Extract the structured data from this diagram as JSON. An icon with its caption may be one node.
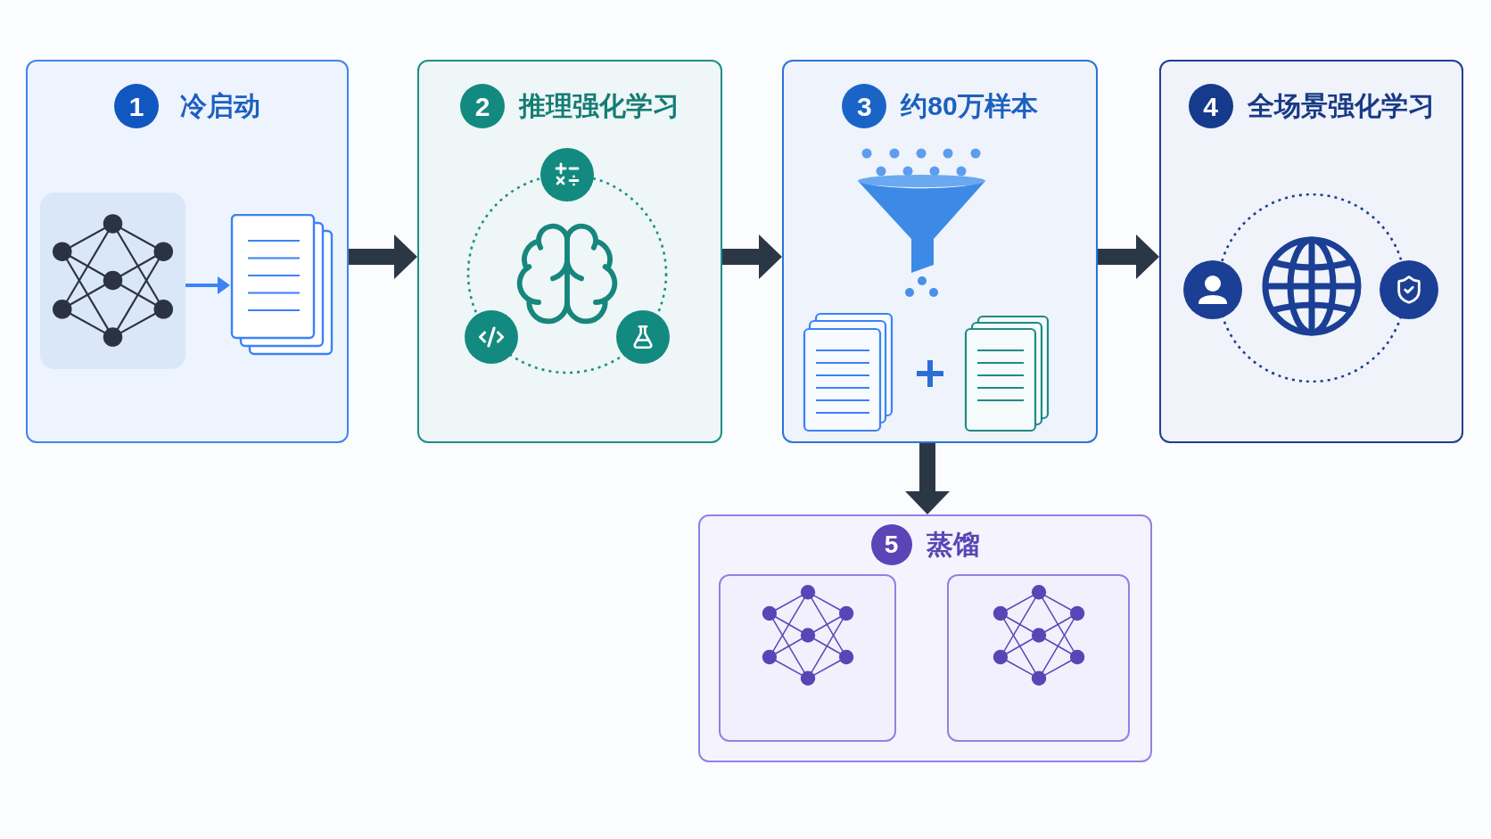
{
  "diagram": {
    "nodes": [
      {
        "text": [
          "1",
          "冷启动"
        ]
      },
      {
        "text": [],
        "shape": "picture",
        "in": 0
      },
      {
        "text": [],
        "shape": "document",
        "in": 0
      },
      {
        "text": [
          "2",
          "推理强化学习"
        ]
      },
      {
        "text": [
          "3",
          "约80万样本"
        ]
      },
      {
        "text": [
          "4",
          "全场景强化学习"
        ]
      },
      {
        "text": [
          "5",
          "蒸馏"
        ]
      },
      {
        "text": [],
        "shape": "box",
        "in": 6
      },
      {
        "text": [],
        "shape": "box",
        "in": 6
      }
    ],
    "edges": [
      {
        "from": 1,
        "to": 2,
        "arrow": "to",
        "color": "#3b82f6"
      },
      {
        "from": 0,
        "to": 3,
        "arrow": "to"
      },
      {
        "from": 3,
        "to": 4,
        "arrow": "to"
      },
      {
        "from": 4,
        "to": 5,
        "arrow": "to"
      },
      {
        "from": 4,
        "to": 6,
        "arrow": "to"
      }
    ]
  }
}
